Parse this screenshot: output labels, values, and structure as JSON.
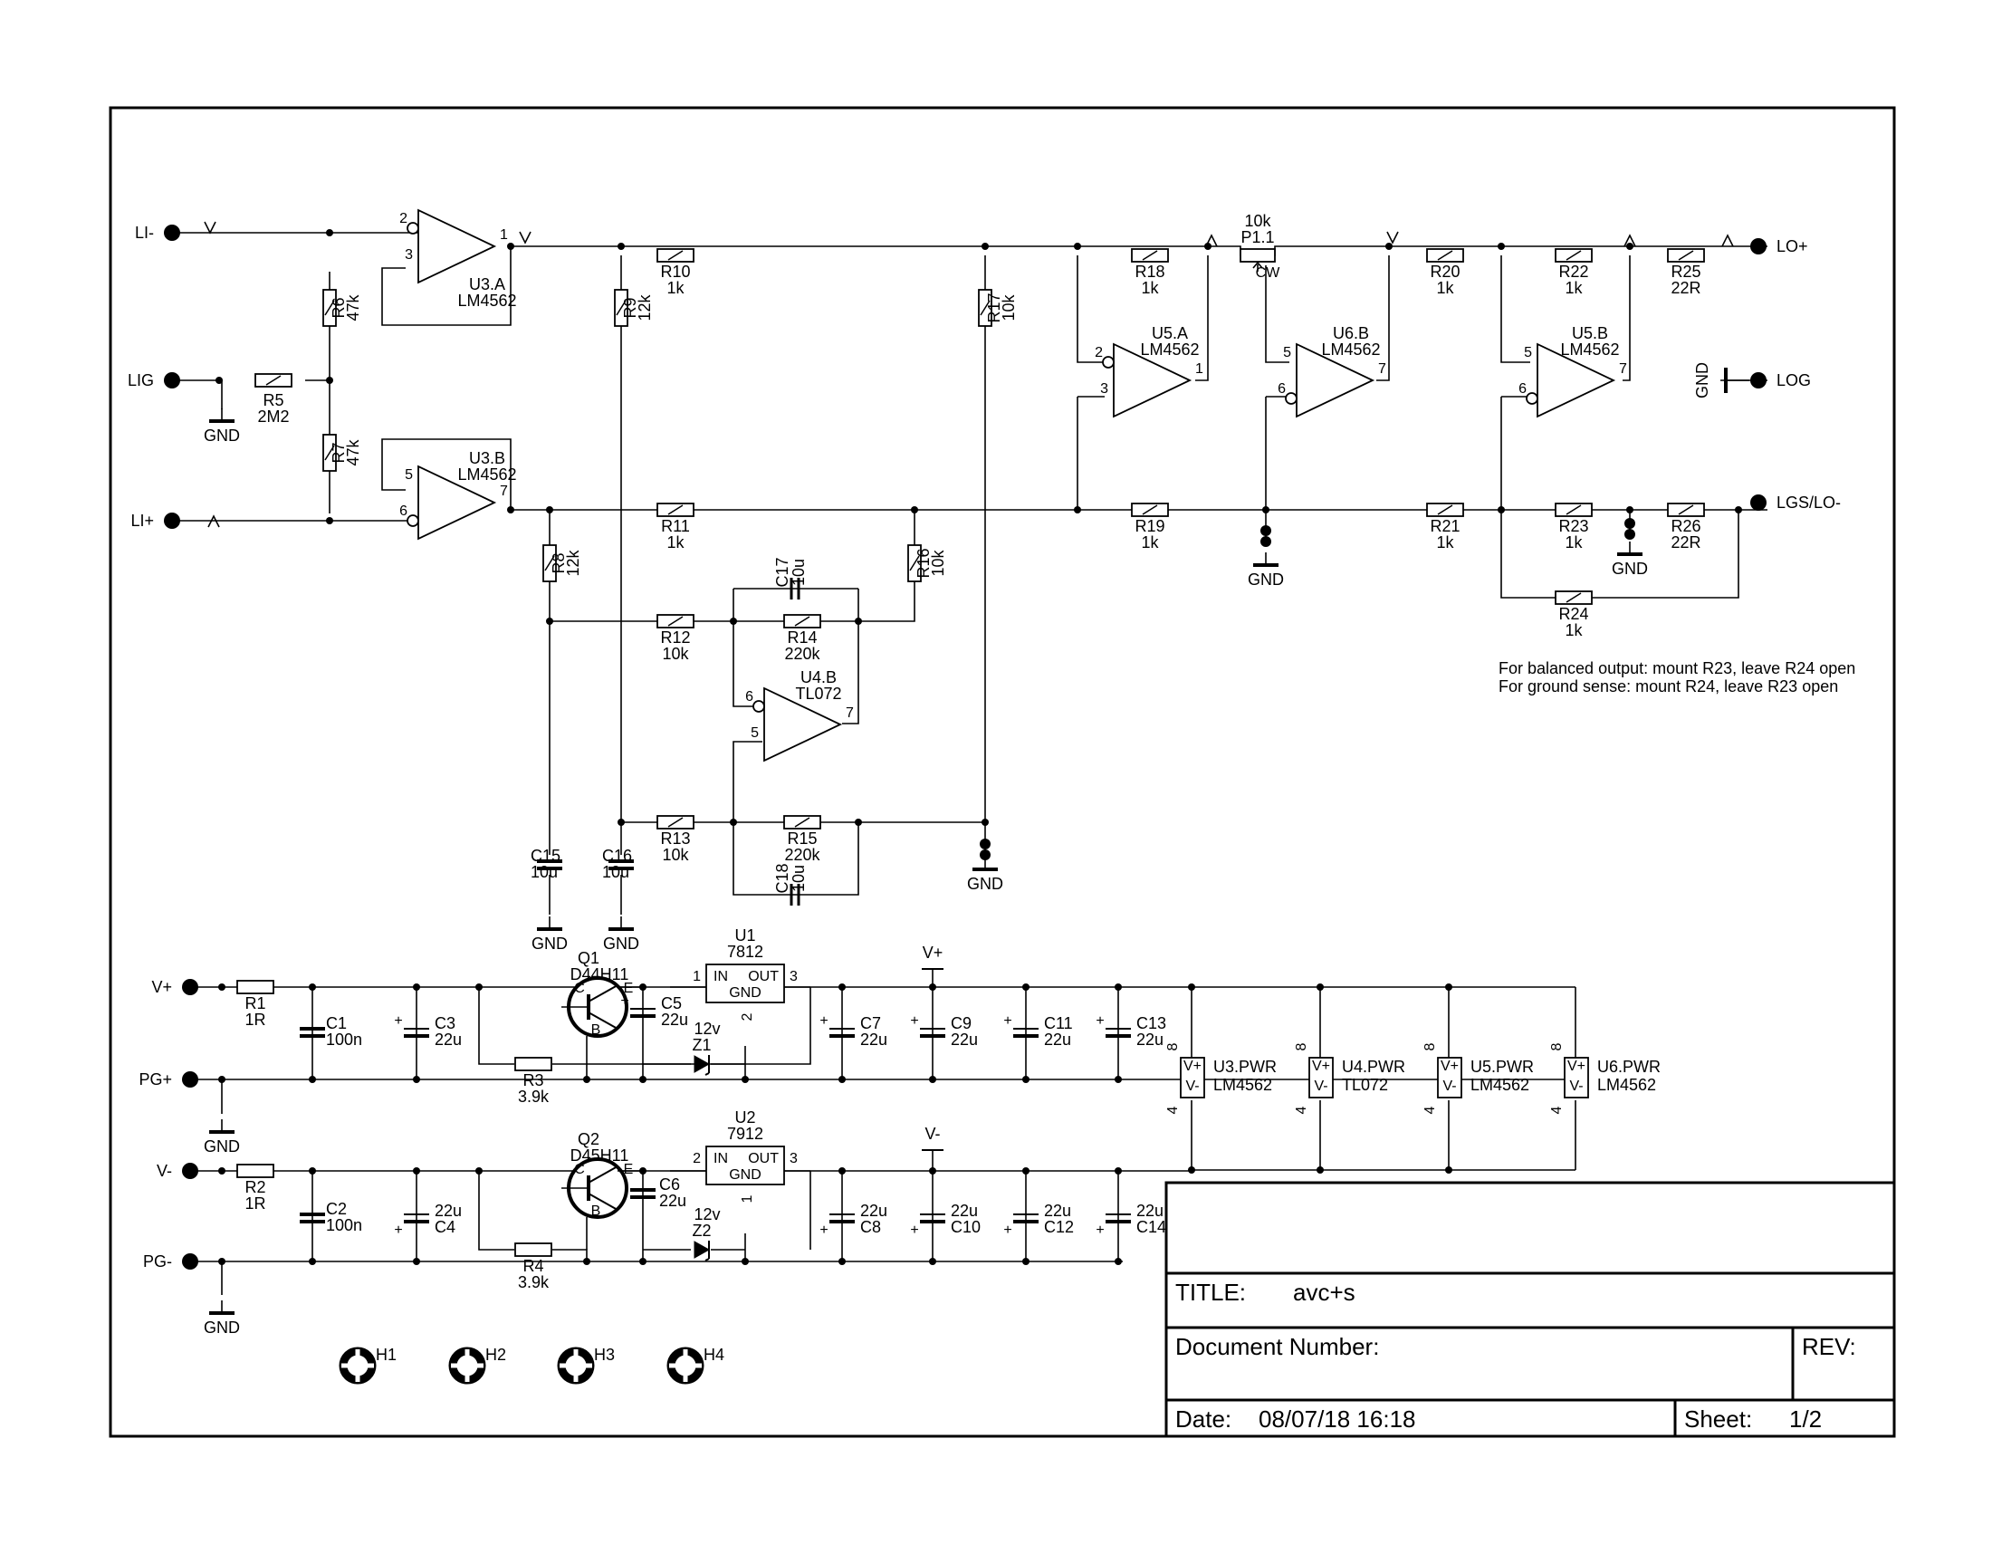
{
  "title_block": {
    "title_label": "TITLE:",
    "title_value": "avc+s",
    "doc_label": "Document Number:",
    "rev_label": "REV:",
    "date_label": "Date:",
    "date_value": "08/07/18 16:18",
    "sheet_label": "Sheet:",
    "sheet_value": "1/2"
  },
  "ports": {
    "li_minus": "LI-",
    "lig": "LIG",
    "li_plus": "LI+",
    "lo_plus": "LO+",
    "log": "LOG",
    "lgs": "LGS/LO-",
    "vplus": "V+",
    "pgplus": "PG+",
    "vminus": "V-",
    "pgminus": "PG-"
  },
  "opamps": [
    {
      "ref": "U3.A",
      "part": "LM4562",
      "pin_plus": "3",
      "pin_minus": "2",
      "pin_out": "1"
    },
    {
      "ref": "U3.B",
      "part": "LM4562",
      "pin_plus": "5",
      "pin_minus": "6",
      "pin_out": "7"
    },
    {
      "ref": "U4.B",
      "part": "TL072",
      "pin_plus": "5",
      "pin_minus": "6",
      "pin_out": "7"
    },
    {
      "ref": "U5.A",
      "part": "LM4562",
      "pin_plus": "3",
      "pin_minus": "2",
      "pin_out": "1"
    },
    {
      "ref": "U6.B",
      "part": "LM4562",
      "pin_plus": "5",
      "pin_minus": "6",
      "pin_out": "7"
    },
    {
      "ref": "U5.B",
      "part": "LM4562",
      "pin_plus": "5",
      "pin_minus": "6",
      "pin_out": "7"
    }
  ],
  "resistors": [
    {
      "ref": "R5",
      "value": "2M2"
    },
    {
      "ref": "R6",
      "value": "47k"
    },
    {
      "ref": "R7",
      "value": "47k"
    },
    {
      "ref": "R8",
      "value": "12k"
    },
    {
      "ref": "R9",
      "value": "12k"
    },
    {
      "ref": "R10",
      "value": "1k"
    },
    {
      "ref": "R11",
      "value": "1k"
    },
    {
      "ref": "R12",
      "value": "10k"
    },
    {
      "ref": "R13",
      "value": "10k"
    },
    {
      "ref": "R14",
      "value": "220k"
    },
    {
      "ref": "R15",
      "value": "220k"
    },
    {
      "ref": "R16",
      "value": "10k"
    },
    {
      "ref": "R17",
      "value": "10k"
    },
    {
      "ref": "R18",
      "value": "1k"
    },
    {
      "ref": "R19",
      "value": "1k"
    },
    {
      "ref": "R20",
      "value": "1k"
    },
    {
      "ref": "R21",
      "value": "1k"
    },
    {
      "ref": "R22",
      "value": "1k"
    },
    {
      "ref": "R23",
      "value": "1k"
    },
    {
      "ref": "R24",
      "value": "1k"
    },
    {
      "ref": "R25",
      "value": "22R"
    },
    {
      "ref": "R26",
      "value": "22R"
    },
    {
      "ref": "R1",
      "value": "1R"
    },
    {
      "ref": "R2",
      "value": "1R"
    },
    {
      "ref": "R3",
      "value": "3.9k"
    },
    {
      "ref": "R4",
      "value": "3.9k"
    }
  ],
  "pot": {
    "ref": "P1.1",
    "value": "10k",
    "cw": "CW"
  },
  "caps_signal": [
    {
      "ref": "C15",
      "value": "10u"
    },
    {
      "ref": "C16",
      "value": "10u"
    },
    {
      "ref": "C17",
      "value": "10u"
    },
    {
      "ref": "C18",
      "value": "10u"
    }
  ],
  "caps_power": [
    {
      "ref": "C1",
      "value": "100n"
    },
    {
      "ref": "C2",
      "value": "100n"
    },
    {
      "ref": "C3",
      "value": "22u"
    },
    {
      "ref": "C4",
      "value": "22u"
    },
    {
      "ref": "C5",
      "value": "22u"
    },
    {
      "ref": "C6",
      "value": "22u"
    },
    {
      "ref": "C7",
      "value": "22u"
    },
    {
      "ref": "C8",
      "value": "22u"
    },
    {
      "ref": "C9",
      "value": "22u"
    },
    {
      "ref": "C10",
      "value": "22u"
    },
    {
      "ref": "C11",
      "value": "22u"
    },
    {
      "ref": "C12",
      "value": "22u"
    },
    {
      "ref": "C13",
      "value": "22u"
    },
    {
      "ref": "C14",
      "value": "22u"
    }
  ],
  "transistors": [
    {
      "ref": "Q1",
      "part": "D44H11",
      "c": "C",
      "b": "B",
      "e": "E"
    },
    {
      "ref": "Q2",
      "part": "D45H11",
      "c": "C",
      "b": "B",
      "e": "E"
    }
  ],
  "zeners": [
    {
      "ref": "Z1",
      "value": "12v"
    },
    {
      "ref": "Z2",
      "value": "12v"
    }
  ],
  "regulators": [
    {
      "ref": "U1",
      "part": "7812",
      "in": "IN",
      "out": "OUT",
      "gnd": "GND",
      "pin_in": "1",
      "pin_out": "3",
      "pin_gnd": "2"
    },
    {
      "ref": "U2",
      "part": "7912",
      "in": "IN",
      "out": "OUT",
      "gnd": "GND",
      "pin_in": "2",
      "pin_out": "3",
      "pin_gnd": "1"
    }
  ],
  "power_units": [
    {
      "ref": "U3.PWR",
      "part": "LM4562",
      "vp": "V+",
      "vm": "V-",
      "pin_top": "8",
      "pin_bot": "4"
    },
    {
      "ref": "U4.PWR",
      "part": "TL072",
      "vp": "V+",
      "vm": "V-",
      "pin_top": "8",
      "pin_bot": "4"
    },
    {
      "ref": "U5.PWR",
      "part": "LM4562",
      "vp": "V+",
      "vm": "V-",
      "pin_top": "8",
      "pin_bot": "4"
    },
    {
      "ref": "U6.PWR",
      "part": "LM4562",
      "vp": "V+",
      "vm": "V-",
      "pin_top": "8",
      "pin_bot": "4"
    }
  ],
  "mounting_holes": [
    "H1",
    "H2",
    "H3",
    "H4"
  ],
  "gnd": "GND",
  "vplus_flag": "V+",
  "vminus_flag": "V-",
  "notes": [
    "For balanced output: mount R23, leave R24 open",
    "For ground sense: mount R24, leave R23 open"
  ]
}
